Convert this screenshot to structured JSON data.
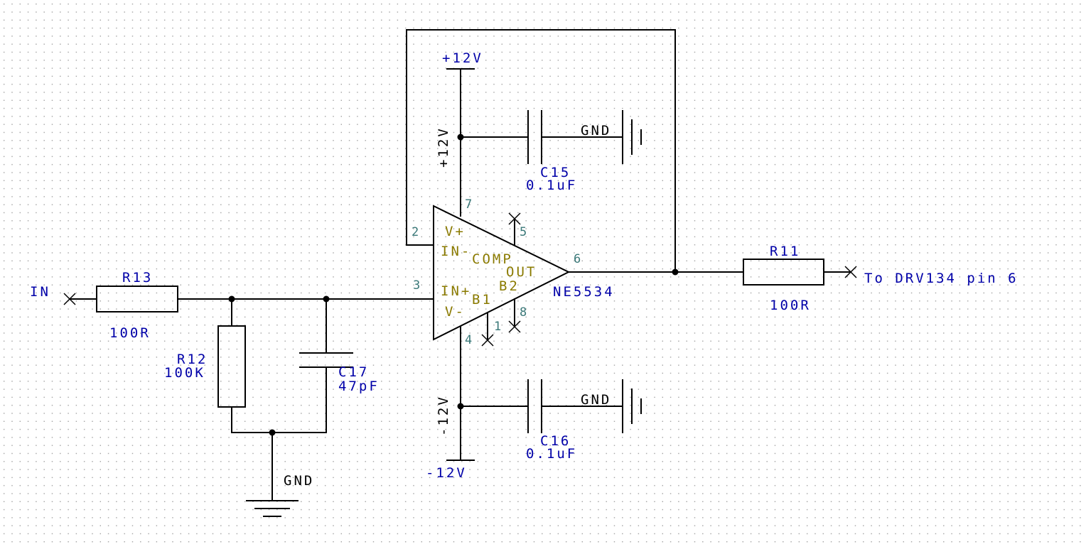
{
  "labels": {
    "in": "IN",
    "out": "To DRV134 pin 6",
    "vcc_top": "+12V",
    "vcc_vert": "+12V",
    "vee_bottom": "-12V",
    "vee_vert": "-12V",
    "gnd_c15": "GND",
    "gnd_c16": "GND",
    "gnd_main": "GND"
  },
  "components": {
    "r13": {
      "ref": "R13",
      "value": "100R"
    },
    "r12": {
      "ref": "R12",
      "value": "100K"
    },
    "c17": {
      "ref": "C17",
      "value": "47pF"
    },
    "c15": {
      "ref": "C15",
      "value": "0.1uF"
    },
    "c16": {
      "ref": "C16",
      "value": "0.1uF"
    },
    "r11": {
      "ref": "R11",
      "value": "100R"
    },
    "u1": {
      "part": "NE5534"
    }
  },
  "opamp_pins": {
    "names": {
      "vplus": "V+",
      "in_minus": "IN-",
      "comp": "COMP",
      "out": "OUT",
      "in_plus": "IN+",
      "b1": "B1",
      "b2": "B2",
      "vminus": "V-"
    },
    "numbers": {
      "p1": "1",
      "p2": "2",
      "p3": "3",
      "p4": "4",
      "p5": "5",
      "p6": "6",
      "p7": "7",
      "p8": "8"
    }
  },
  "colors": {
    "wire": "#000000",
    "label": "#0000a8",
    "pin_number": "#3a7878",
    "pin_name": "#8a7a00"
  }
}
